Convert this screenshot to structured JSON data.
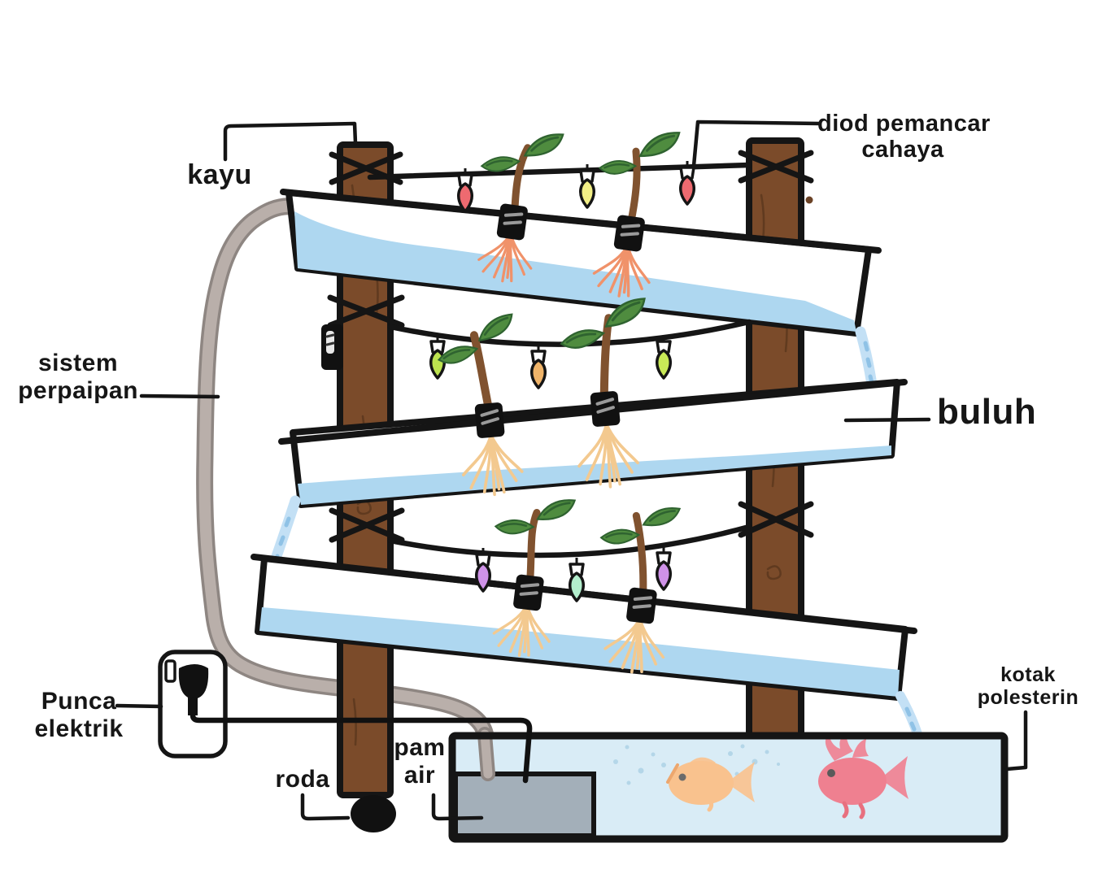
{
  "diagram": {
    "labels": {
      "kayu": "kayu",
      "diod_line1": "diod pemancar",
      "diod_line2": "cahaya",
      "sistem_line1": "sistem",
      "sistem_line2": "perpaipan",
      "buluh": "buluh",
      "punca_line1": "Punca",
      "punca_line2": "elektrik",
      "roda": "roda",
      "pam_line1": "pam",
      "pam_line2": "air",
      "kotak_line1": "kotak",
      "kotak_line2": "polesterin"
    },
    "palette": {
      "outline": "#151515",
      "wood": "#7b4b2a",
      "wood_grain": "#58351c",
      "channel_water": "#aed7f0",
      "tank_water": "#d9ecf6",
      "waterfall": "#c3e0f5",
      "water_drop": "#8fc2e6",
      "pipe": "#b9afaa",
      "pipe_outline": "#8e8682",
      "leaf": "#4f8c3f",
      "stem": "#80522f",
      "roots_top": "#f0926a",
      "roots_lower": "#f3c98f",
      "pump": "#a3afb9",
      "fish_orange": "#f9c28e",
      "fish_pink": "#ef8090",
      "bubble": "#aed3e6"
    },
    "leds": {
      "t1": [
        "#ee6a70",
        "#f2ef86",
        "#ee6a70"
      ],
      "t2": [
        "#bde34f",
        "#f0b469",
        "#c9ea57"
      ],
      "t3": [
        "#cf92e8",
        "#b3eecd",
        "#cf92e8"
      ]
    }
  }
}
